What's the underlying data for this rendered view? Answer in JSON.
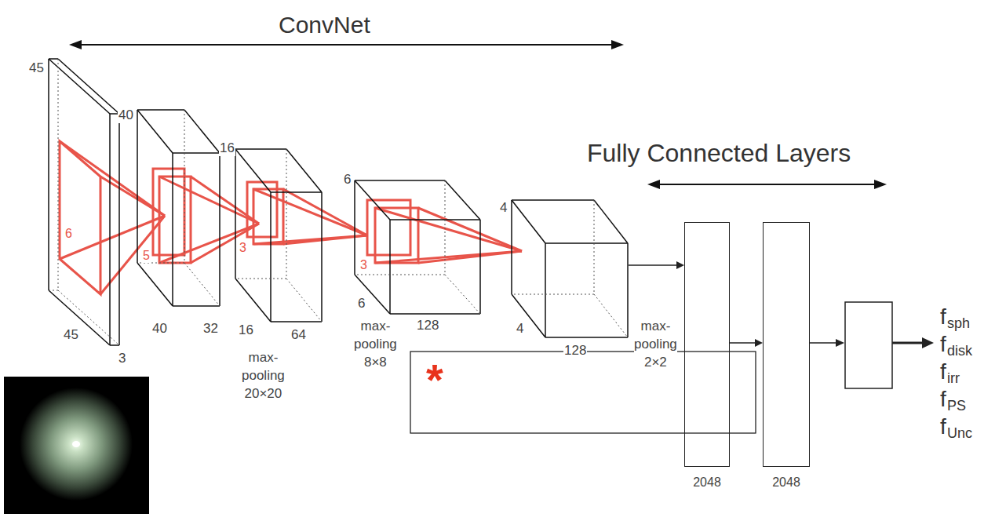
{
  "diagram": {
    "nodes": [
      {
        "text": [
          "45",
          "45",
          "3"
        ]
      },
      {
        "text": [
          "40",
          "40",
          "32"
        ]
      },
      {
        "text": [
          "16",
          "16",
          "64"
        ]
      },
      {
        "text": [
          "6",
          "6",
          "128"
        ]
      },
      {
        "text": [
          "4",
          "4",
          "128"
        ]
      },
      {
        "text": [
          "2048"
        ]
      },
      {
        "text": [
          "2048"
        ]
      }
    ],
    "edges": [
      {
        "from": 4,
        "to": 5,
        "arrow": "to"
      },
      {
        "from": 5,
        "to": 6,
        "arrow": "to"
      }
    ],
    "labels": [
      "ConvNet",
      "Fully Connected Layers",
      "6",
      "5",
      "3",
      "3",
      "max- pooling 20×20",
      "max- pooling 8×8",
      "max- pooling 2×2",
      "*",
      "f",
      "sph",
      "f",
      "disk",
      "f",
      "irr",
      "f",
      "PS",
      "f",
      "Unc"
    ]
  }
}
